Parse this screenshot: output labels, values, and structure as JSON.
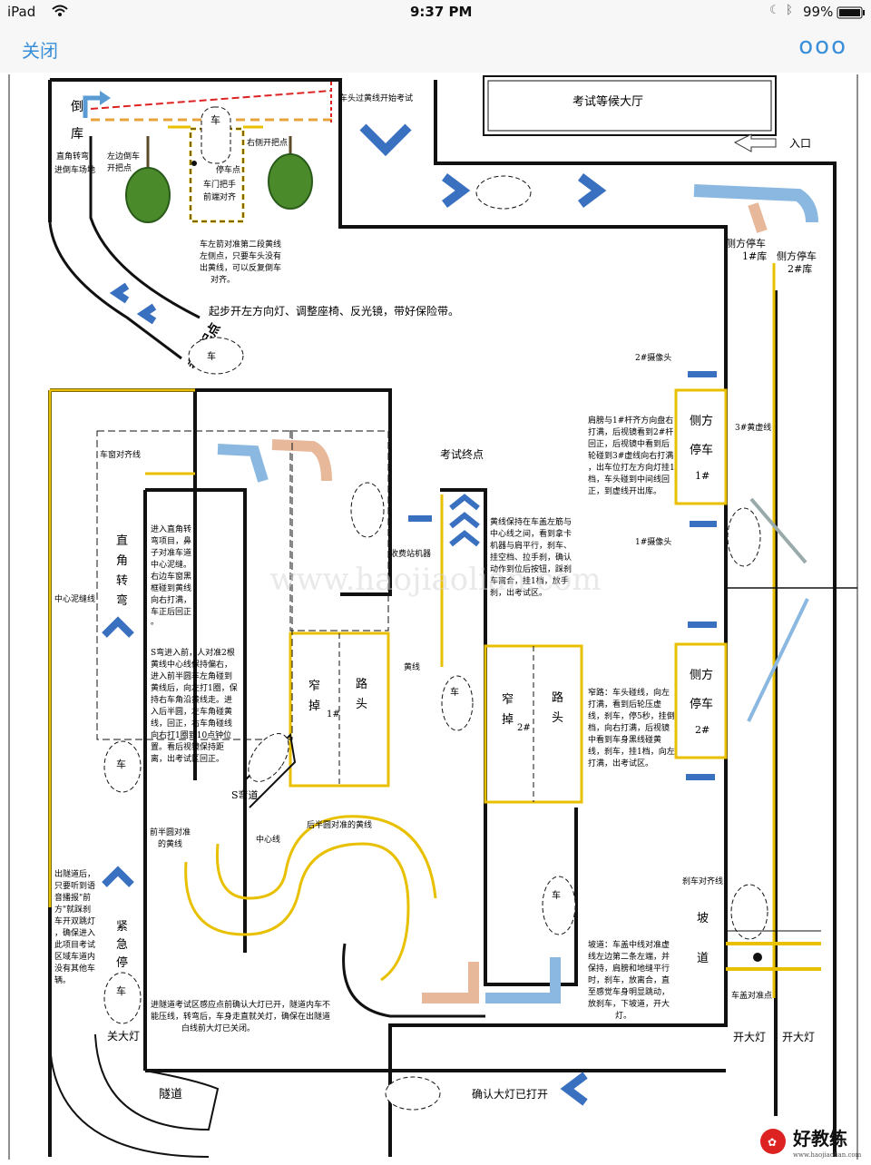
{
  "status": {
    "device": "iPad",
    "time": "9:37 PM",
    "battery": "99%"
  },
  "nav": {
    "close": "关闭",
    "more": "ooo"
  },
  "map": {
    "reverse": "倒",
    "garage": "库",
    "turn_into_reverse": "直角转弯",
    "enter_reverse": "进倒车场地",
    "hall": "考试等候大厅",
    "entrance": "入口",
    "line_start": "车头过黄线开始考试",
    "left_mirror": "左边倒车",
    "left_mirror2": "开把点",
    "right_mirror": "右侧开把点",
    "stop_point": "停车点",
    "door_handle": "车门把手",
    "door_handle2": "前端对齐",
    "car": "车",
    "reverse_note": [
      "车左箭对准第二段黄线",
      "左侧点，只要车头没有",
      "出黄线，可以反复倒车",
      "对齐。"
    ],
    "start_instr": "起步开左方向灯、调整座椅、反光镜，带好保险带。",
    "exam_start": "考试起点",
    "side_park1": "侧方停车",
    "side_park1b": "1#库",
    "side_park2": "侧方停车",
    "side_park2b": "2#库",
    "cam2": "2#摄像头",
    "cam1": "1#摄像头",
    "yellow_dashed3": "3#黄虚线",
    "side_park_note": [
      "肩膀与1#杆齐方向盘右",
      "打满，后视镜看到2#杆",
      "回正，后视镜中看到后",
      "轮碰到3#虚线向右打满",
      "，出车位打左方向灯挂1",
      "档，车头碰到中间线回",
      "正，到虚线开出库。"
    ],
    "side_block1": "侧方",
    "side_block1b": "停车",
    "side_block1c": "1#",
    "side_block2": "侧方",
    "side_block2b": "停车",
    "side_block2c": "2#",
    "exam_end": "考试终点",
    "window_line": "车窗对齐线",
    "right_turn1": "直",
    "right_turn2": "角",
    "right_turn3": "转",
    "right_turn4": "弯",
    "center_line": "中心泥缝线",
    "right_angle_note": [
      "进入直角转",
      "弯项目，鼻",
      "子对准车道",
      "中心泥缝。",
      "右边车窗黑",
      "框碰到黄线",
      "向右打满，",
      "车正后回正",
      "。"
    ],
    "s_curve_note": [
      "S弯进入前，人对准2根",
      "黄线中心线保持偏右，",
      "进入前半圆车左角碰到",
      "黄线后，向左打1圈，保",
      "持右车角沿黄线走。进",
      "入后半圆，左车角碰黄",
      "线，回正，右车角碰线",
      "向右打1圈到10点钟位",
      "置。看后视镜保持距",
      "离，出考试区回正。"
    ],
    "toll": "收费站机器",
    "yellow_line": "黄线",
    "toll_note": [
      "黄线保持在车盖左筋与",
      "中心线之间，看到拿卡",
      "机器与肩平行，刹车、",
      "挂空档、拉手刹，确认",
      "动作到位后按钮，踩刹",
      "车离合，挂1档，放手",
      "刹，出考试区。"
    ],
    "uturn1": "窄",
    "uturn2": "掉",
    "uturn3": "路",
    "uturn4": "头",
    "uturn5": "1#",
    "uturn6": "2#",
    "uturn_note": [
      "窄路：车头碰线，向左",
      "打满，看到后轮压虚",
      "线，刹车，停5秒，挂倒",
      "档，向右打满，后视镜",
      "中看到车身黑线碰黄",
      "线，刹车，挂1档，向左",
      "打满，出考试区。"
    ],
    "s_bend": "S弯道",
    "center": "中心线",
    "front_half": "前半圆对准",
    "front_half2": "的黄线",
    "back_half": "后半圆对准的黄线",
    "tunnel_note": [
      "出隧道后，",
      "只要听到语",
      "音播报\"前",
      "方\"就踩刹",
      "车开双跳灯",
      "，确保进入",
      "此项目考试",
      "区域车道内",
      "没有其他车",
      "辆。"
    ],
    "emergency1": "紧",
    "emergency2": "急",
    "emergency3": "停",
    "emergency4": "车",
    "lights_off": "关大灯",
    "tunnel_instr": [
      "进隧道考试区感应点前确认大灯已开，隧道内车不",
      "能压线，转弯后，车身走直就关灯，确保在出隧道",
      "白线前大灯已关闭。"
    ],
    "slope_note": [
      "坡道：车盖中线对准虚",
      "线左边第二条左端，并",
      "保持，肩膀和地缝平行",
      "时，刹车，放离合，直",
      "至感觉车身明显跳动，",
      "放刹车，下坡道，开大",
      "灯。"
    ],
    "brake_line": "刹车对齐线",
    "slope1": "坡",
    "slope2": "道",
    "hood_point": "车盖对准点",
    "lights_on_a": "开大灯",
    "lights_on_b": "开大灯",
    "tunnel": "隧道",
    "confirm_lights": "确认大灯已打开",
    "watermark": "www.haojiaolian.com",
    "logo": "好教练",
    "logo_url": "www.haojiaolian.com"
  }
}
